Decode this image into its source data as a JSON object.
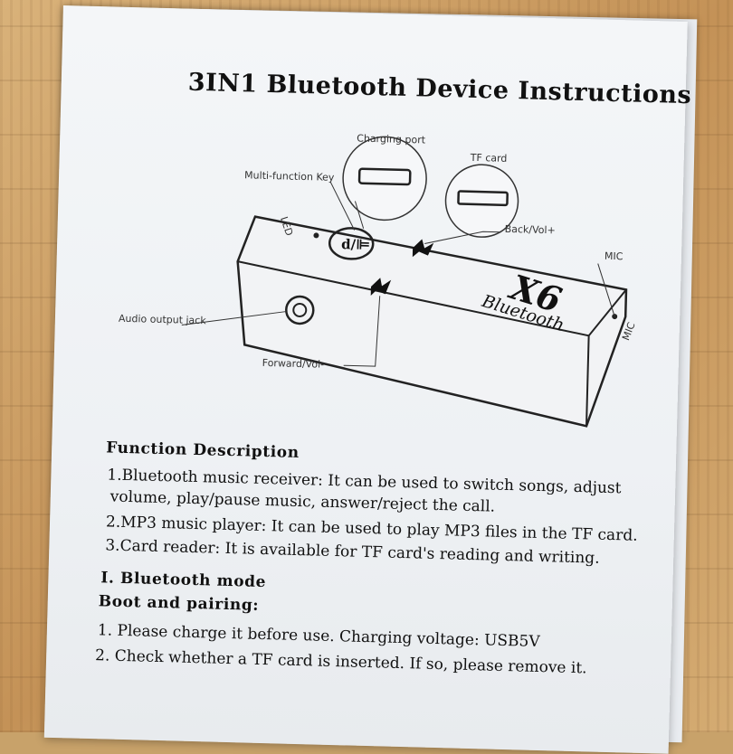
{
  "title": "3IN1 Bluetooth Device Instructions",
  "diagram": {
    "charging_port": "Charging port",
    "tf_card": "TF card",
    "multi_function_key": "Multi-function Key",
    "back_vol": "Back/Vol+",
    "mic": "MIC",
    "mic_side": "MIC",
    "led_label": "LED",
    "logo_model": "X6",
    "logo_brand": "Bluetooth",
    "audio_output_jack": "Audio output jack",
    "forward_vol": "Forward/Vol-"
  },
  "sections": {
    "function_heading": "Function Description",
    "function_items": [
      "1.Bluetooth music receiver: It can be used to switch songs, adjust",
      "volume, play/pause music, answer/reject the call.",
      "2.MP3 music player: It can be used to play MP3 files in the TF card.",
      "3.Card reader: It is available for TF card's reading and writing."
    ],
    "bluetooth_heading": "I.  Bluetooth mode",
    "boot_heading": "Boot and pairing:",
    "boot_steps": [
      "1. Please charge it before use. Charging voltage: USB5V",
      "2. Check whether a TF card is inserted. If so, please remove it."
    ]
  }
}
